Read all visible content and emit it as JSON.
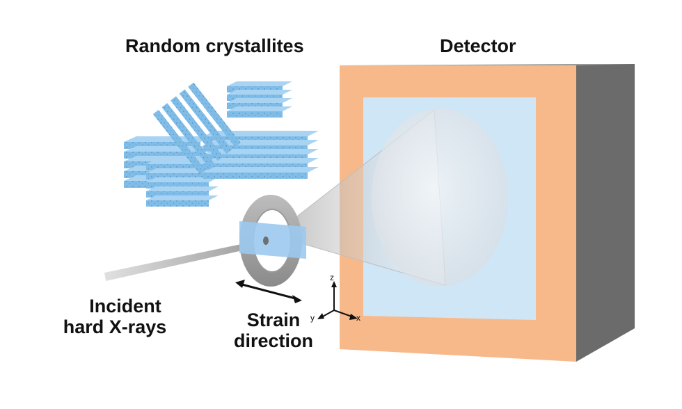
{
  "labels": {
    "crystallites": "Random crystallites",
    "detector": "Detector",
    "incident_line1": "Incident",
    "incident_line2": "hard X-rays",
    "strain_line1": "Strain",
    "strain_line2": "direction"
  },
  "axes": {
    "z": "z",
    "x": "x",
    "y": "y"
  },
  "colors": {
    "detector_frame": "#f8b98a",
    "detector_side": "#6b6b6b",
    "detector_screen": "#cfe6f6",
    "crystallite": "#7fbde8",
    "sample": "#9cc9ee",
    "ring": "#a3a3a3",
    "beam": "#c9c9c9"
  }
}
